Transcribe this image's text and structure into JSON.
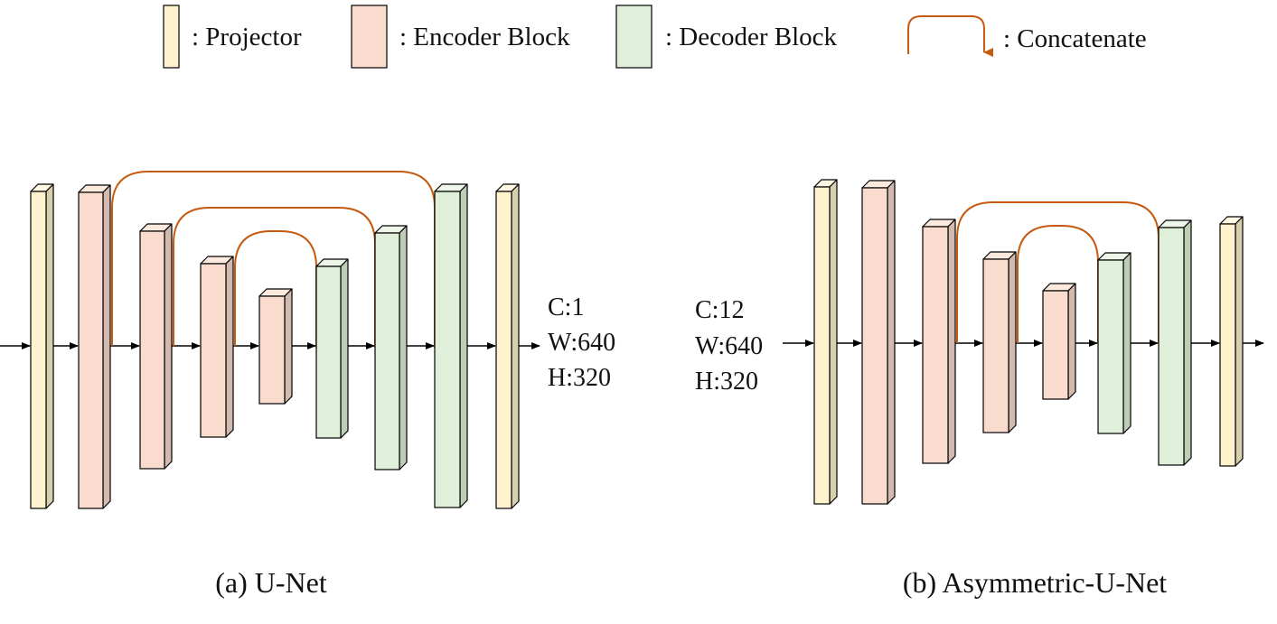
{
  "colors": {
    "projector": {
      "front": "#FFF2CC",
      "side": "#D8CFAE",
      "top": "#FFF8E2"
    },
    "encoder": {
      "front": "#F9DCCD",
      "side": "#D3BAAE",
      "top": "#FCEADF"
    },
    "decoder": {
      "front": "#E0EFD9",
      "side": "#BDCDB6",
      "top": "#EDF6E8"
    },
    "stroke": "#000000",
    "concat": "#C55A11",
    "arrow": "#000000"
  },
  "legend": {
    "projector": ": Projector",
    "encoder": ": Encoder Block",
    "decoder": ": Decoder Block",
    "concat": ": Concatenate"
  },
  "unet": {
    "caption": "(a) U-Net",
    "dims": [
      "C:1",
      "W:640",
      "H:320"
    ],
    "blocks": [
      {
        "type": "projector"
      },
      {
        "type": "encoder"
      },
      {
        "type": "encoder"
      },
      {
        "type": "encoder"
      },
      {
        "type": "encoder"
      },
      {
        "type": "decoder"
      },
      {
        "type": "decoder"
      },
      {
        "type": "decoder"
      },
      {
        "type": "projector"
      }
    ],
    "skips": [
      [
        3,
        5
      ],
      [
        2,
        6
      ],
      [
        1,
        7
      ]
    ]
  },
  "asym": {
    "caption": "(b) Asymmetric-U-Net",
    "dims": [
      "C:12",
      "W:640",
      "H:320"
    ],
    "blocks": [
      {
        "type": "projector"
      },
      {
        "type": "encoder"
      },
      {
        "type": "encoder"
      },
      {
        "type": "encoder"
      },
      {
        "type": "encoder"
      },
      {
        "type": "decoder"
      },
      {
        "type": "decoder"
      },
      {
        "type": "projector"
      }
    ],
    "skips": [
      [
        3,
        5
      ],
      [
        2,
        6
      ]
    ]
  }
}
